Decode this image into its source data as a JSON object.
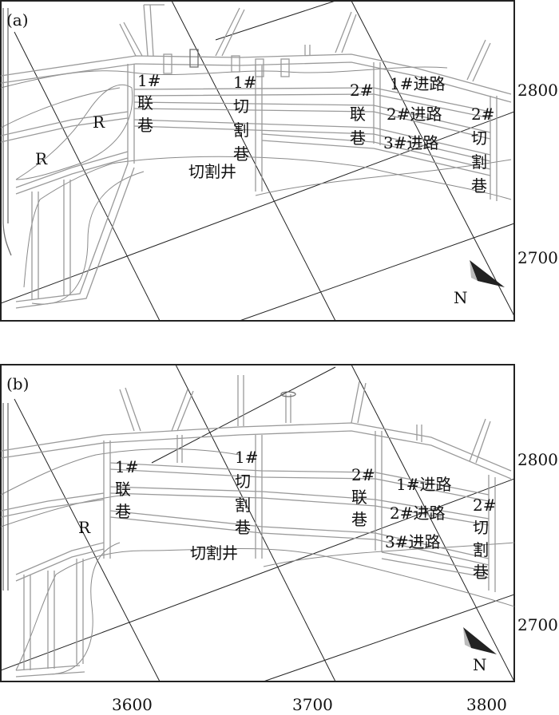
{
  "panels": [
    {
      "id": "a",
      "label": "(a)",
      "labels": {
        "connect1": [
          "1#",
          "联",
          "巷"
        ],
        "cut1": [
          "1#",
          "切",
          "割",
          "巷"
        ],
        "connect2": [
          "2#",
          "联",
          "巷"
        ],
        "route1": "1#进路",
        "route2": "2#进路",
        "route3": "3#进路",
        "cut2": [
          "2#",
          "切",
          "割",
          "巷"
        ],
        "well": "切割井",
        "rock": [
          "R",
          "R"
        ],
        "north": "N"
      },
      "y_ticks": [
        "2800",
        "2700"
      ]
    },
    {
      "id": "b",
      "label": "(b)",
      "labels": {
        "connect1": [
          "1#",
          "联",
          "巷"
        ],
        "cut1": [
          "1#",
          "切",
          "割",
          "巷"
        ],
        "connect2": [
          "2#",
          "联",
          "巷"
        ],
        "route1": "1#进路",
        "route2": "2#进路",
        "route3": "3#进路",
        "cut2": [
          "2#",
          "切",
          "割",
          "巷"
        ],
        "well": "切割井",
        "rock": [
          "R"
        ],
        "north": "N"
      },
      "y_ticks": [
        "2800",
        "2700"
      ]
    }
  ],
  "x_ticks": [
    "3600",
    "3700",
    "3800"
  ]
}
